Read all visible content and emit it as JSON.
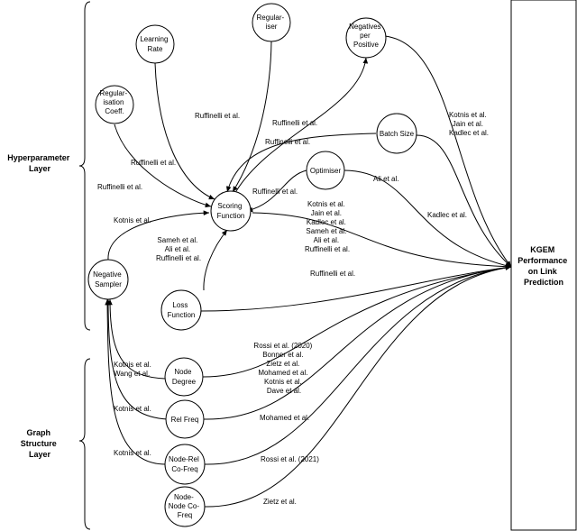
{
  "layers": {
    "hyperparameter": [
      "Hyperparameter",
      "Layer"
    ],
    "graph_structure": [
      "Graph",
      "Structure",
      "Layer"
    ]
  },
  "output": [
    "KGEM",
    "Performance",
    "on Link",
    "Prediction"
  ],
  "nodes": {
    "regularisation": [
      "Regular-",
      "isation",
      "Coeff."
    ],
    "learning_rate": [
      "Learning",
      "Rate"
    ],
    "regulariser": [
      "Regular-",
      "iser"
    ],
    "negatives": [
      "Negatives",
      "per",
      "Positive"
    ],
    "batch_size": [
      "Batch Size"
    ],
    "optimiser": [
      "Optimiser"
    ],
    "scoring": [
      "Scoring",
      "Function"
    ],
    "negative_sampler": [
      "Negative",
      "Sampler"
    ],
    "loss": [
      "Loss",
      "Function"
    ],
    "node_degree": [
      "Node",
      "Degree"
    ],
    "rel_freq": [
      "Rel Freq"
    ],
    "node_rel": [
      "Node-Rel",
      "Co-Freq"
    ],
    "node_node": [
      "Node-",
      "Node Co-",
      "Freq"
    ]
  },
  "edge_labels": {
    "reg_to_scoring": [
      "Ruffinelli et al."
    ],
    "lr_to_scoring": [
      "Ruffinelli et al."
    ],
    "regulariser_to_scoring": [
      "Ruffinelli et al."
    ],
    "scoring_to_negatives": [
      "Ruffinelli et al."
    ],
    "batch_to_scoring": [
      "Ruffinelli et al."
    ],
    "optimiser_to_scoring": [
      "Ruffinelli et al."
    ],
    "negatives_to_output": [
      "Kotnis et al.",
      "Jain et al.",
      "Kadlec et al."
    ],
    "batch_to_output": [
      "Kadlec et al."
    ],
    "optimiser_to_output": [
      "Ali et al."
    ],
    "scoring_to_output": [
      "Kotnis et al.",
      "Jain et al.",
      "Kadlec et al.",
      "Sameh et al.",
      "Ali et al.",
      "Ruffinelli et al."
    ],
    "loss_to_scoring": [
      "Sameh et al.",
      "Ali et al.",
      "Ruffinelli et al."
    ],
    "sampler_to_scoring": [
      "Kotnis et al."
    ],
    "loss_to_output": [
      "Ruffinelli et al."
    ],
    "degree_to_output": [
      "Rossi et al. (2020)",
      "Bonner et al.",
      "Zietz et al.",
      "Mohamed et al.",
      "Kotnis et al.",
      "Dave et al."
    ],
    "degree_to_sampler": [
      "Kotnis et al.",
      "Wang et al."
    ],
    "relfreq_to_sampler": [
      "Kotnis et al."
    ],
    "relfreq_to_output": [
      "Mohamed et al."
    ],
    "noderel_to_sampler": [
      "Kotnis et al."
    ],
    "noderel_to_output": [
      "Rossi et al. (2021)"
    ],
    "nodenode_to_output": [
      "Zietz et al."
    ]
  }
}
